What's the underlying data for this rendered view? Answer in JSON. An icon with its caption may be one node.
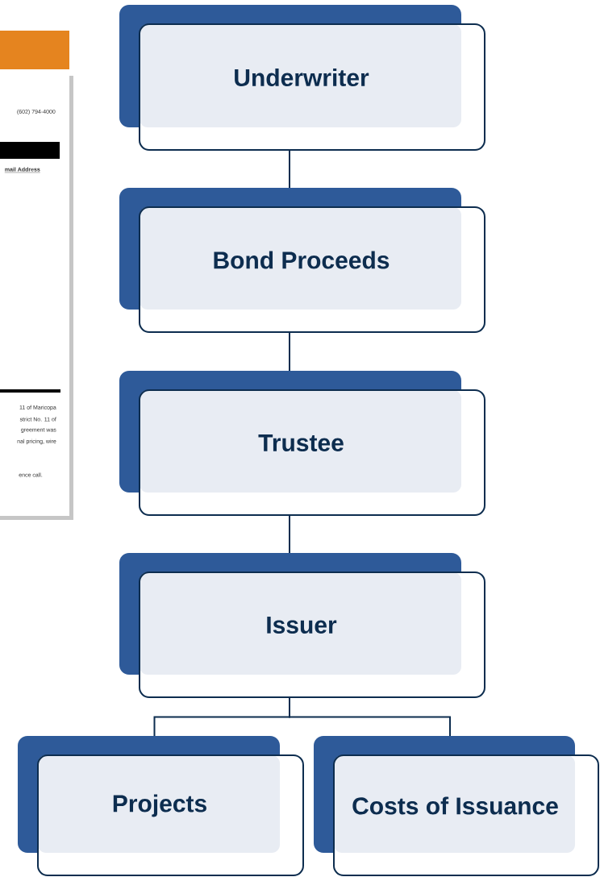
{
  "diagram": {
    "nodes": [
      {
        "text": [
          "Underwriter"
        ]
      },
      {
        "text": [
          "Bond Proceeds"
        ]
      },
      {
        "text": [
          "Trustee"
        ]
      },
      {
        "text": [
          "Issuer"
        ]
      },
      {
        "text": [
          "Projects"
        ]
      },
      {
        "text": [
          "Costs of Issuance"
        ]
      }
    ],
    "edges": [
      {
        "from": 0,
        "to": 1,
        "arrow": "none"
      },
      {
        "from": 1,
        "to": 2,
        "arrow": "none"
      },
      {
        "from": 2,
        "to": 3,
        "arrow": "none"
      },
      {
        "from": 3,
        "to": 4,
        "arrow": "none"
      },
      {
        "from": 3,
        "to": 5,
        "arrow": "none"
      }
    ],
    "labels": [
      "(602) 794-4000",
      "mail Address",
      "11 of Maricopa",
      "strict No. 11 of",
      "greement was",
      "nal pricing, wire",
      "ence call."
    ]
  }
}
